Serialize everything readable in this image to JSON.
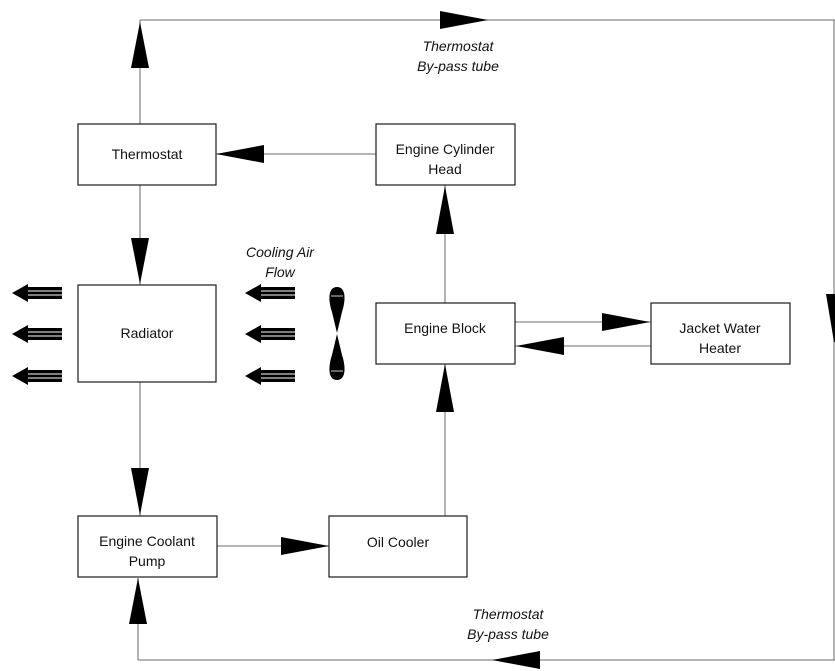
{
  "nodes": {
    "thermostat": [
      "Thermostat"
    ],
    "cylinder_head": [
      "Engine Cylinder",
      "Head"
    ],
    "radiator": [
      "Radiator"
    ],
    "engine_block": [
      "Engine Block"
    ],
    "jacket_heater": [
      "Jacket Water",
      "Heater"
    ],
    "coolant_pump": [
      "Engine Coolant",
      "Pump"
    ],
    "oil_cooler": [
      "Oil Cooler"
    ]
  },
  "annotations": {
    "bypass_top": [
      "Thermostat",
      "By-pass tube"
    ],
    "bypass_bottom": [
      "Thermostat",
      "By-pass tube"
    ],
    "cooling_air": [
      "Cooling Air",
      "Flow"
    ]
  }
}
